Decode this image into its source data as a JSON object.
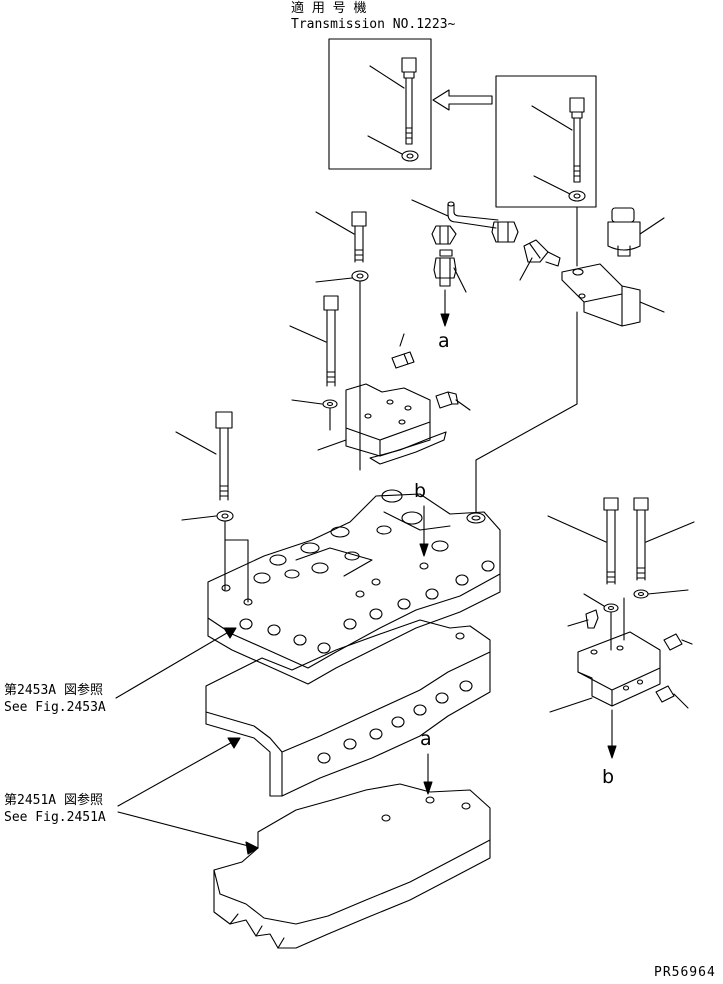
{
  "header": {
    "applicable_jp": "適 用 号 機",
    "applicable_en": "Transmission NO.1223~"
  },
  "callouts": {
    "a_top": "a",
    "a_bottom": "a",
    "b_top": "b",
    "b_right": "b"
  },
  "references": {
    "fig2453_jp": "第2453A 図参照",
    "fig2453_en": "See Fig.2453A",
    "fig2451_jp": "第2451A 図参照",
    "fig2451_en": "See Fig.2451A"
  },
  "footer": {
    "drawing_code": "PR56964"
  },
  "colors": {
    "ink": "#000000",
    "paper": "#ffffff"
  }
}
